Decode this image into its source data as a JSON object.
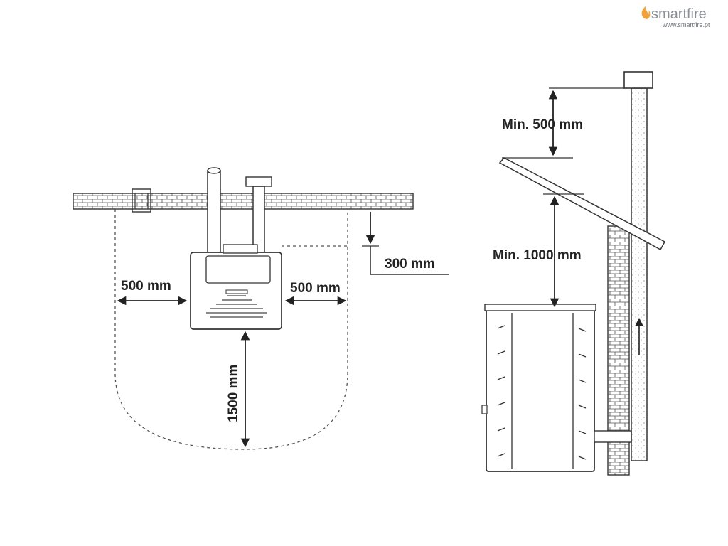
{
  "brand": {
    "name": "smartfire",
    "url": "www.smartfire.pt",
    "accent_color": "#f2a23a",
    "text_color": "#8a8f96"
  },
  "top_view": {
    "clearance_left": "500 mm",
    "clearance_right": "500 mm",
    "clearance_rear": "300 mm",
    "clearance_front": "1500 mm"
  },
  "side_view": {
    "chimney_above_roof": "Min. 500 mm",
    "roof_above_stove": "Min. 1000 mm"
  }
}
